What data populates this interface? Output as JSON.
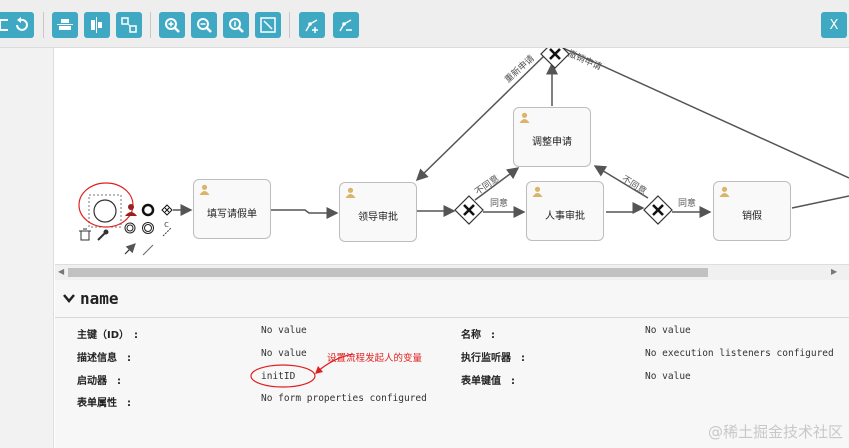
{
  "toolbar": {
    "buttons": [
      {
        "name": "save-button",
        "icon": "save-icon"
      },
      {
        "name": "undo-button",
        "icon": "undo-icon"
      },
      {
        "name": "align-horizontal-button",
        "icon": "align-horizontal-icon"
      },
      {
        "name": "align-vertical-button",
        "icon": "align-vertical-icon"
      },
      {
        "name": "same-size-button",
        "icon": "same-size-icon"
      },
      {
        "name": "zoom-in-button",
        "icon": "zoom-in-icon"
      },
      {
        "name": "zoom-out-button",
        "icon": "zoom-out-icon"
      },
      {
        "name": "zoom-actual-button",
        "icon": "zoom-actual-icon"
      },
      {
        "name": "zoom-fit-button",
        "icon": "zoom-fit-icon"
      },
      {
        "name": "add-bendpoint-button",
        "icon": "add-bendpoint-icon"
      },
      {
        "name": "remove-bendpoint-button",
        "icon": "remove-bendpoint-icon"
      }
    ],
    "close_label": "X",
    "accent_color": "#3fa8c2"
  },
  "diagram": {
    "tasks": {
      "fill_form": "填写请假单",
      "leader_approve": "领导审批",
      "hr_approve": "人事审批",
      "adjust_request": "调整申请",
      "cancel_leave": "销假"
    },
    "flows": {
      "agree1": "同意",
      "disagree1": "不同意",
      "disagree2": "不同意",
      "agree2": "同意",
      "reapply": "重新申请",
      "cancel_request": "撤销申请"
    },
    "palette_small_label": "c",
    "annotation_color": "#e02020"
  },
  "properties": {
    "title": "name",
    "rows": {
      "id_label": "主键（ID）　:",
      "id_value": "No value",
      "name_label": "名称　:",
      "name_value": "No value",
      "desc_label": "描述信息　:",
      "desc_value": "No value",
      "listeners_label": "执行监听器　:",
      "listeners_value": "No execution listeners configured",
      "initiator_label": "启动器　:",
      "initiator_value": "initID",
      "formkey_label": "表单键值　:",
      "formkey_value": "No value",
      "formprops_label": "表单属性　:",
      "formprops_value": "No form properties configured"
    },
    "annotation": "设置流程发起人的变量"
  },
  "watermark": "@稀土掘金技术社区"
}
